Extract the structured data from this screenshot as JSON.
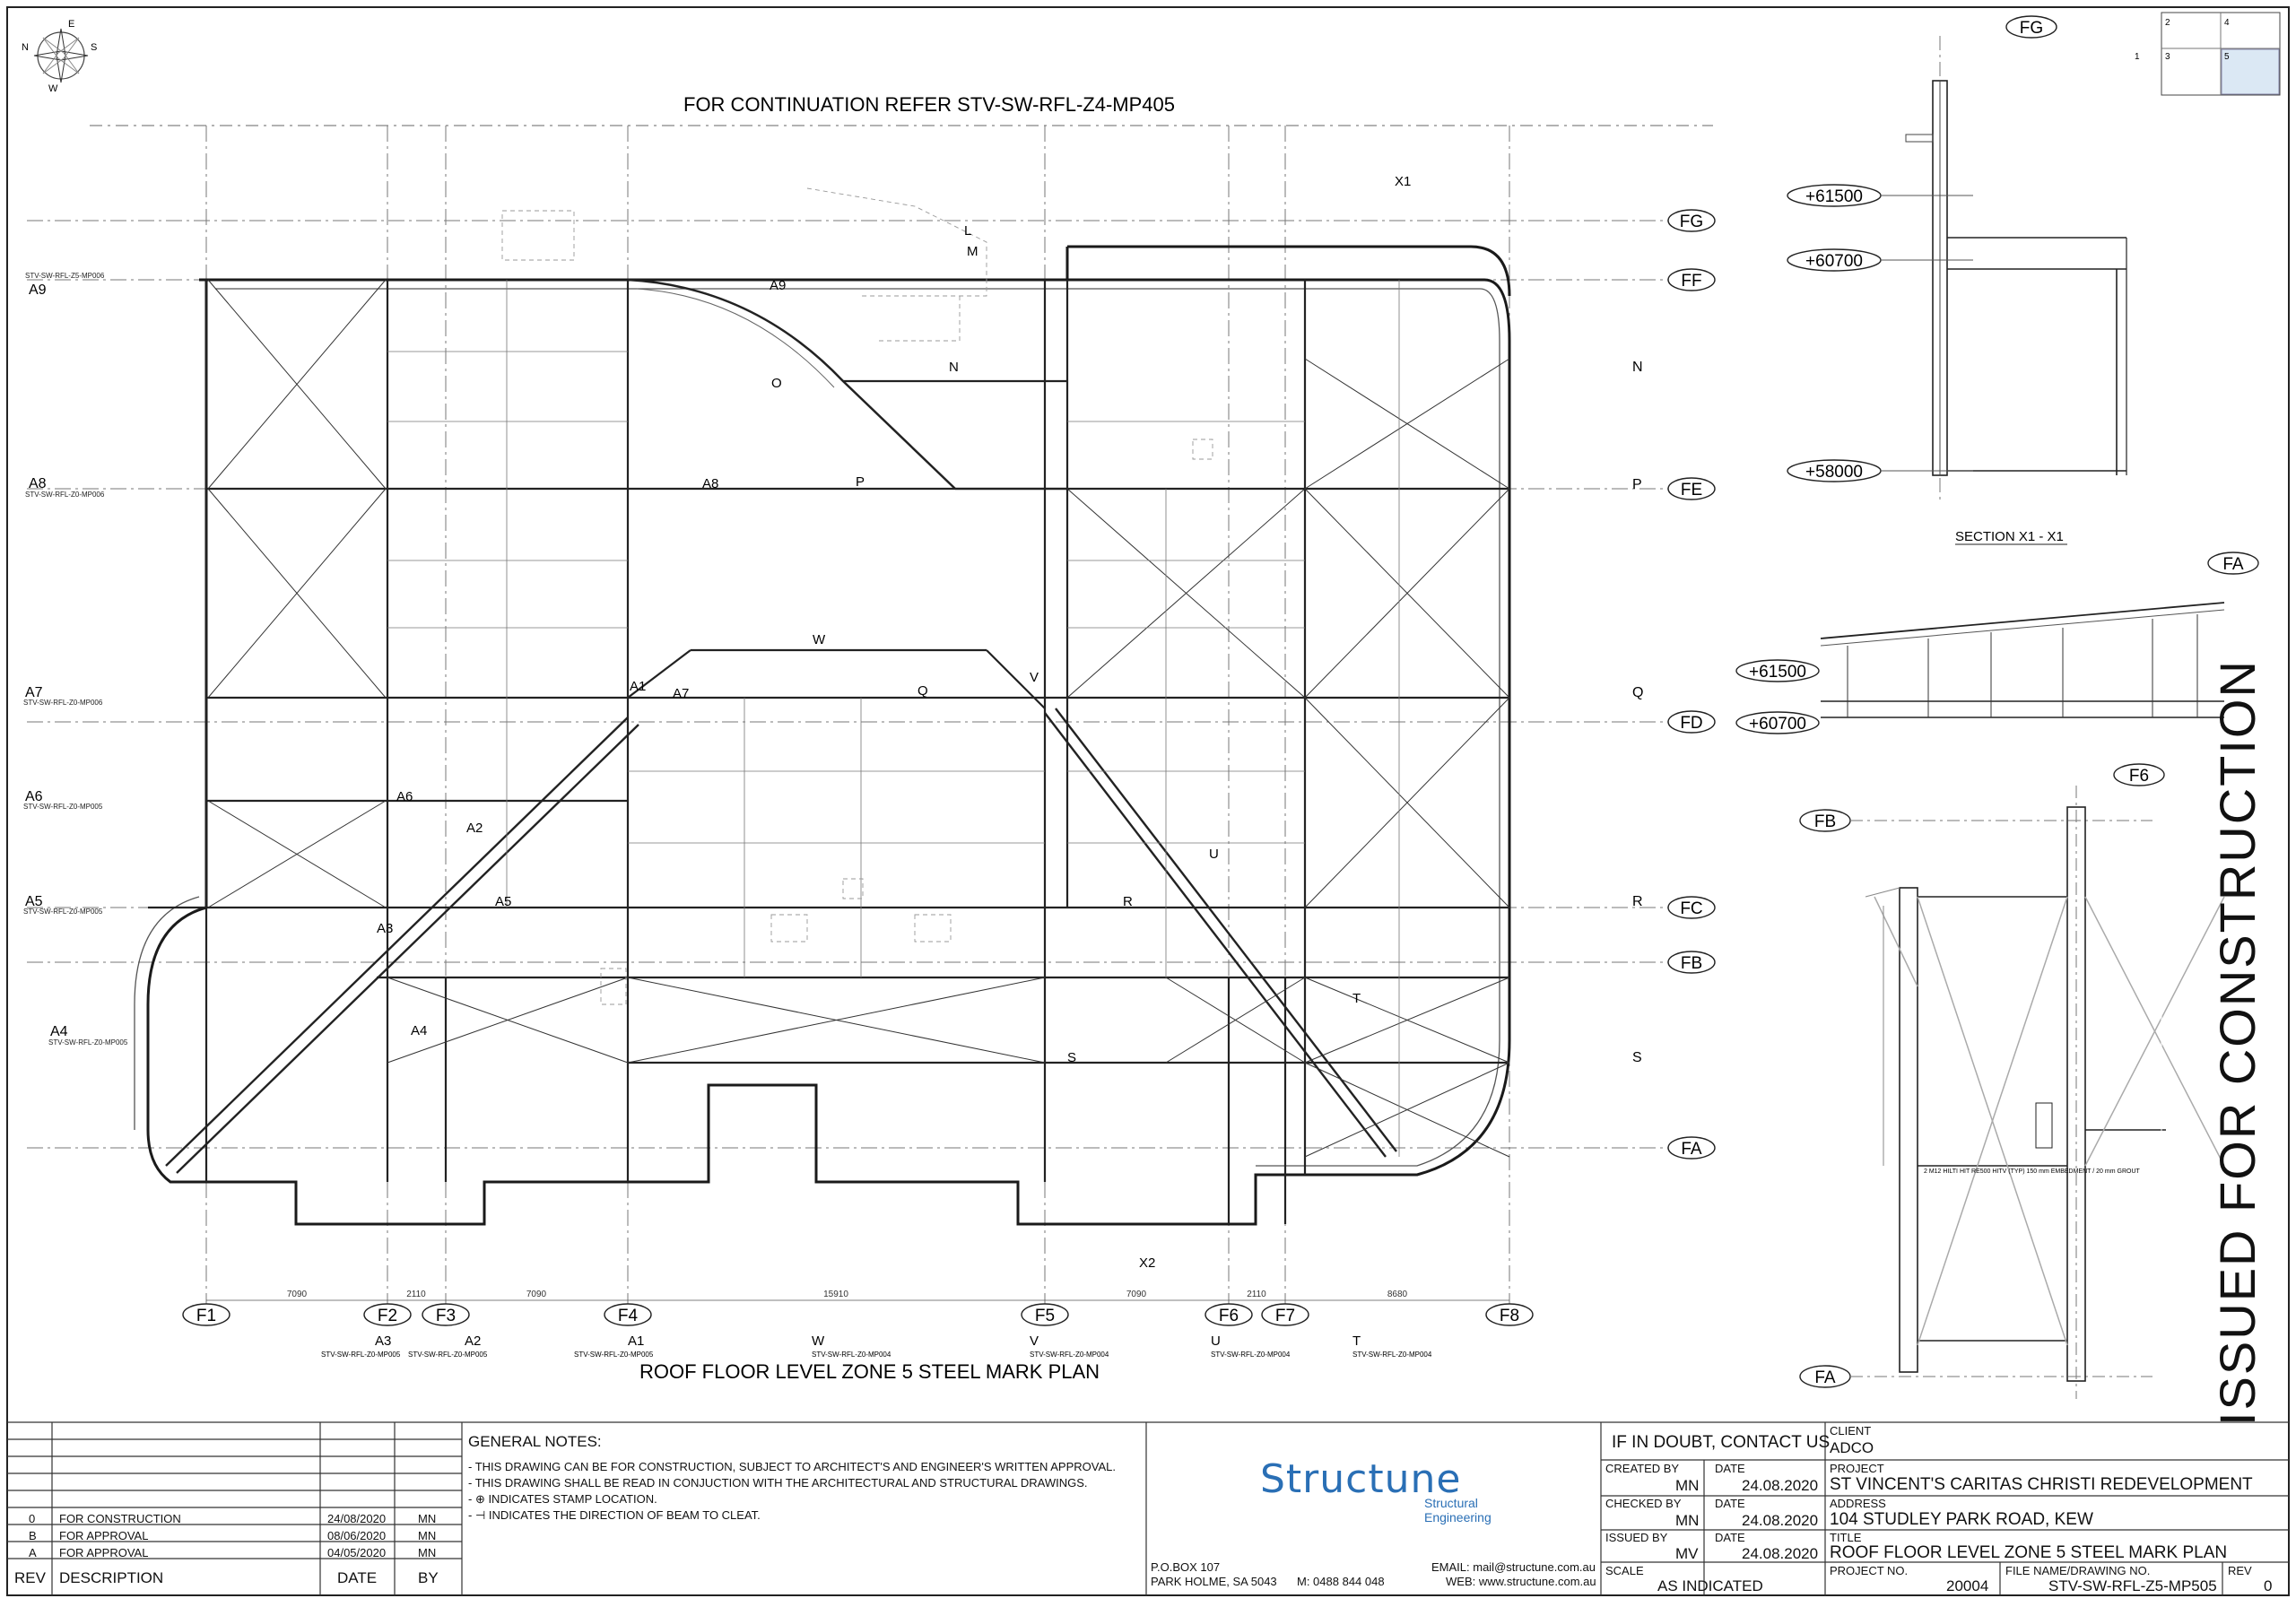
{
  "compass": {
    "letters": [
      "N",
      "S",
      "E",
      "W"
    ]
  },
  "headings": {
    "continuation": "FOR CONTINUATION REFER STV-SW-RFL-Z4-MP405",
    "plan_title": "ROOF FLOOR LEVEL ZONE 5 STEEL MARK PLAN",
    "issued": "ISSUED FOR CONSTRUCTION",
    "section_x1": "SECTION  X1 - X1"
  },
  "grid": {
    "rows": [
      "FG",
      "FF",
      "FE",
      "FD",
      "FC",
      "FB",
      "FA"
    ],
    "cols": [
      "F1",
      "F2",
      "F3",
      "F4",
      "F5",
      "F6",
      "F7",
      "F8"
    ],
    "col_dims": [
      "7090",
      "2110",
      "7090",
      "15910",
      "7090",
      "2110",
      "8680"
    ],
    "sections_left": [
      "A9",
      "A8",
      "A7",
      "A6",
      "A5",
      "A4"
    ],
    "section_refs_left": [
      "STV-SW-RFL-Z5-MP006",
      "STV-SW-RFL-Z0-MP006",
      "STV-SW-RFL-Z0-MP006",
      "STV-SW-RFL-Z0-MP005",
      "STV-SW-RFL-Z0-MP005",
      "STV-SW-RFL-Z0-MP005"
    ],
    "sections_right": [
      "N",
      "P",
      "Q",
      "R",
      "S"
    ],
    "interior_marks": [
      "A9",
      "A8",
      "A7",
      "A6",
      "A5",
      "A4",
      "A3",
      "A2",
      "A1",
      "W",
      "Q",
      "V",
      "O",
      "N",
      "P",
      "L",
      "M",
      "U",
      "R",
      "T",
      "S",
      "X1",
      "X2"
    ],
    "bottom_refs": [
      {
        "mark": "A3",
        "ref": "STV-SW-RFL-Z0-MP005"
      },
      {
        "mark": "A2",
        "ref": "STV-SW-RFL-Z0-MP005"
      },
      {
        "mark": "A1",
        "ref": "STV-SW-RFL-Z0-MP005"
      },
      {
        "mark": "W",
        "ref": "STV-SW-RFL-Z0-MP004"
      },
      {
        "mark": "V",
        "ref": "STV-SW-RFL-Z0-MP004"
      },
      {
        "mark": "U",
        "ref": "STV-SW-RFL-Z0-MP004"
      },
      {
        "mark": "T",
        "ref": "STV-SW-RFL-Z0-MP004"
      }
    ]
  },
  "levels": [
    "+61500",
    "+60700",
    "+58000"
  ],
  "section_fa": {
    "label": "FA",
    "levels": [
      "+61500",
      "+60700"
    ]
  },
  "detail_f6": {
    "label": "F6",
    "rows": [
      "FB",
      "FA"
    ],
    "note": "2 M12 HILTI HIT RE500 HITV (TYP) 150 mm EMBEDMENT / 20 mm GROUT"
  },
  "key_plan": {
    "cells": [
      "2",
      "4",
      "1",
      "3",
      "5"
    ]
  },
  "revisions": [
    {
      "rev": "0",
      "description": "FOR CONSTRUCTION",
      "date": "24/08/2020",
      "by": "MN"
    },
    {
      "rev": "B",
      "description": "FOR APPROVAL",
      "date": "08/06/2020",
      "by": "MN"
    },
    {
      "rev": "A",
      "description": "FOR APPROVAL",
      "date": "04/05/2020",
      "by": "MN"
    }
  ],
  "rev_headers": {
    "rev": "REV",
    "description": "DESCRIPTION",
    "date": "DATE",
    "by": "BY"
  },
  "general_notes": {
    "title": "GENERAL NOTES:",
    "lines": [
      "- THIS DRAWING CAN BE FOR CONSTRUCTION, SUBJECT TO ARCHITECT'S AND ENGINEER'S WRITTEN APPROVAL.",
      "- THIS DRAWING SHALL BE READ IN CONJUCTION WITH THE ARCHITECTURAL AND STRUCTURAL DRAWINGS.",
      "- ⊕ INDICATES STAMP LOCATION.",
      "- ⊣ INDICATES THE DIRECTION OF BEAM TO CLEAT."
    ]
  },
  "company": {
    "name": "Structune",
    "sub1": "Structural",
    "sub2": "Engineering",
    "address1": "P.O.BOX 107",
    "address2": "PARK HOLME, SA 5043",
    "mobile": "M:  0488 844 048",
    "email": "EMAIL: mail@structune.com.au",
    "web": "WEB: www.structune.com.au"
  },
  "title_block": {
    "doubt": "IF IN DOUBT, CONTACT US",
    "created_by_label": "CREATED BY",
    "created_by": "MN",
    "checked_by_label": "CHECKED BY",
    "checked_by": "MN",
    "issued_by_label": "ISSUED BY",
    "issued_by": "MV",
    "date_label": "DATE",
    "date": "24.08.2020",
    "scale_label": "SCALE",
    "scale": "AS INDICATED",
    "client_label": "CLIENT",
    "client": "ADCO",
    "project_label": "PROJECT",
    "project": "ST VINCENT'S CARITAS CHRISTI REDEVELOPMENT",
    "address_label": "ADDRESS",
    "address": "104 STUDLEY PARK ROAD, KEW",
    "title_label": "TITLE",
    "title": "ROOF FLOOR LEVEL ZONE 5 STEEL MARK PLAN",
    "project_no_label": "PROJECT NO.",
    "project_no": "20004",
    "file_label": "FILE NAME/DRAWING NO.",
    "file": "STV-SW-RFL-Z5-MP505",
    "rev_label": "REV",
    "rev": "0"
  }
}
